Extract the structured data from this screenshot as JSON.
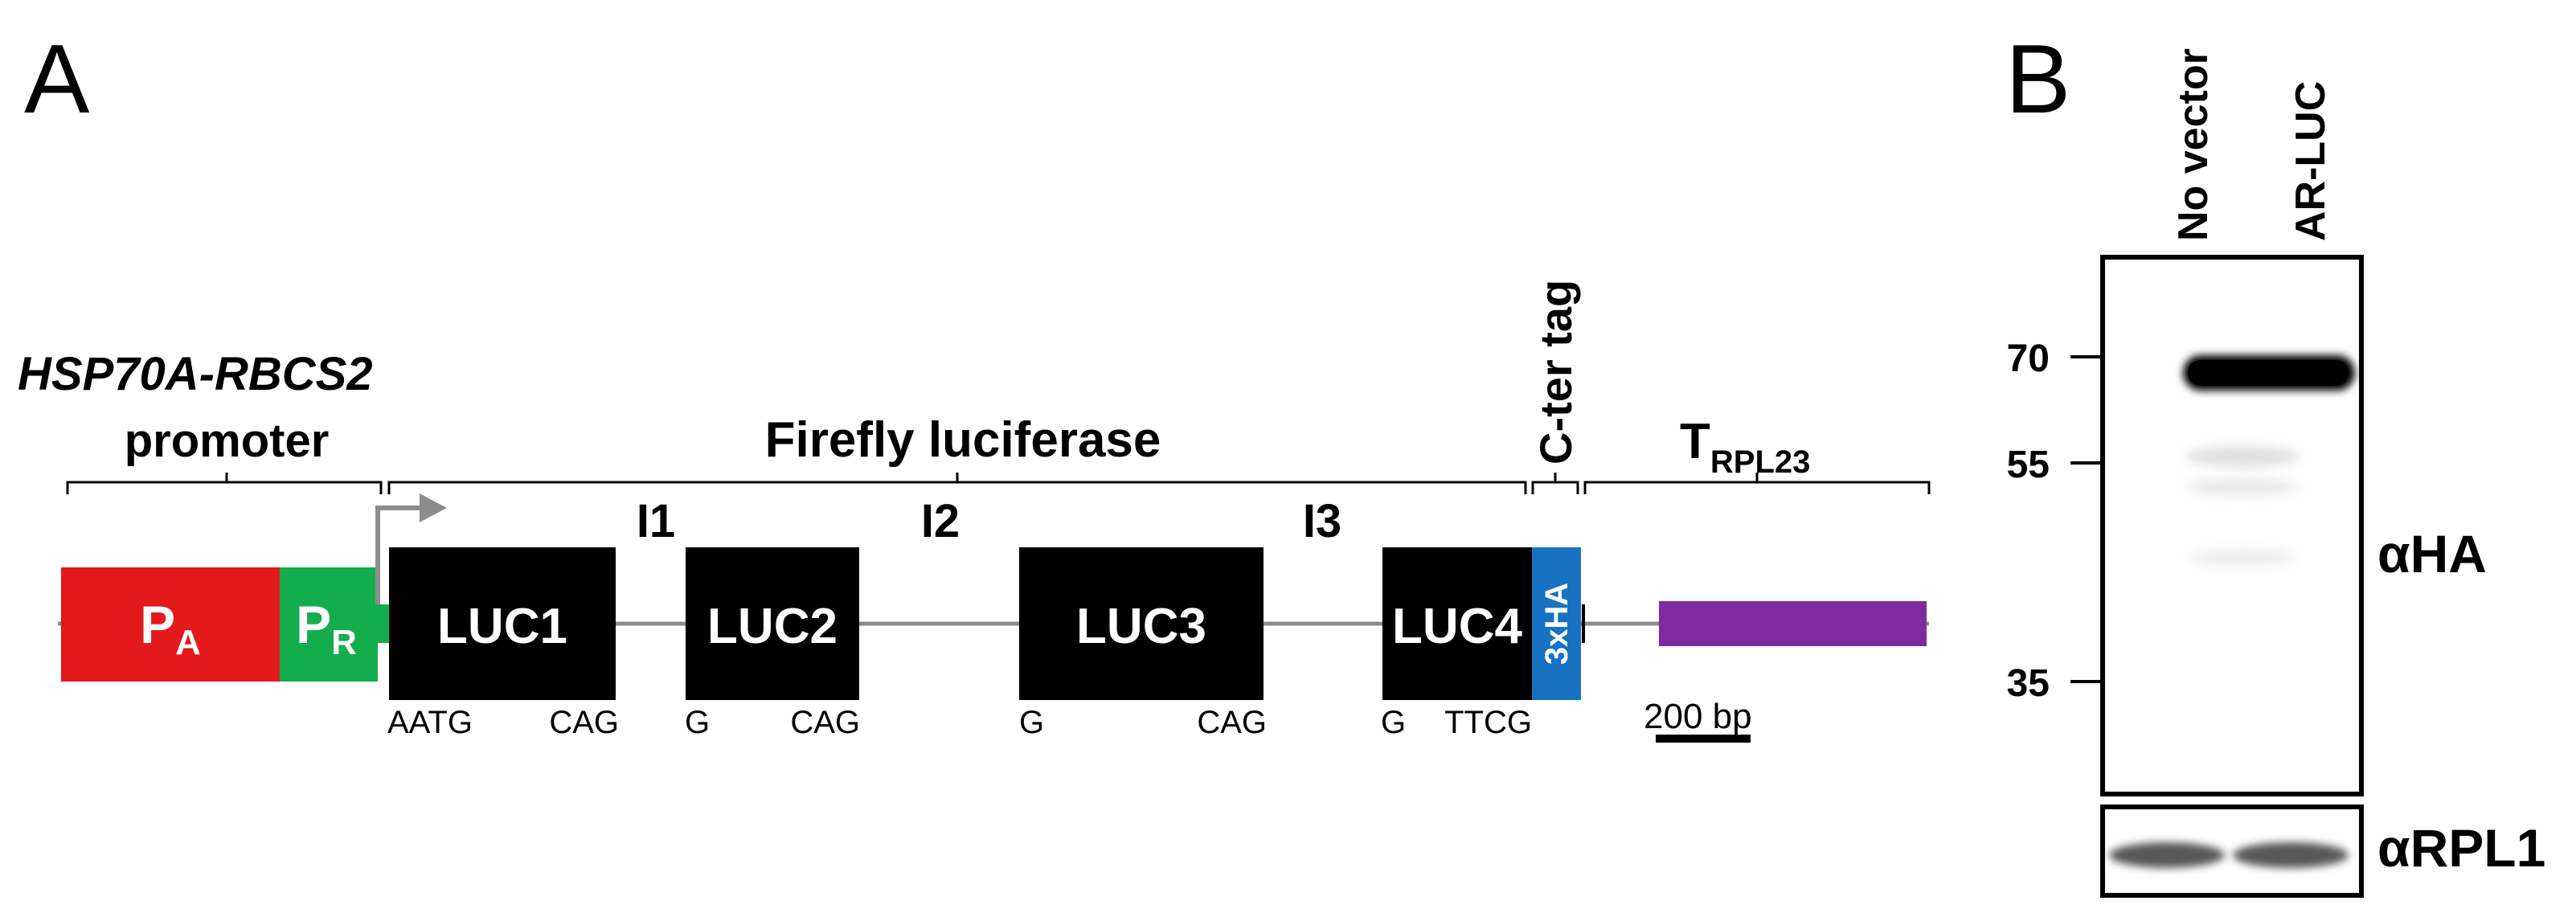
{
  "panel_a": {
    "label": "A",
    "promoter": {
      "name": "HSP70A-RBCS2",
      "word": "promoter",
      "pa": {
        "letter": "P",
        "sub": "A",
        "color": "#e3191c"
      },
      "pr": {
        "letter": "P",
        "sub": "R",
        "color": "#14ad4e"
      }
    },
    "luciferase_label": "Firefly luciferase",
    "cter_label": "C-ter tag",
    "terminator": {
      "letter": "T",
      "sub": "RPL23",
      "color": "#7f2a9e"
    },
    "exons": [
      {
        "label": "LUC1",
        "left": "AATG",
        "right": "CAG"
      },
      {
        "label": "LUC2",
        "left": "G",
        "right": "CAG"
      },
      {
        "label": "LUC3",
        "left": "G",
        "right": "CAG"
      },
      {
        "label": "LUC4",
        "left": "G",
        "right": "TTCG"
      }
    ],
    "introns": [
      "I1",
      "I2",
      "I3"
    ],
    "tag": {
      "label": "3xHA",
      "color": "#1772c2"
    },
    "scale_bar": "200 bp",
    "intron_color": "#8c8c8c",
    "exon_color": "#000000"
  },
  "panel_b": {
    "label": "B",
    "lanes": [
      "No vector",
      "AR-LUC"
    ],
    "markers": [
      "70",
      "55",
      "35"
    ],
    "antibodies": [
      "αHA",
      "αRPL1"
    ]
  }
}
